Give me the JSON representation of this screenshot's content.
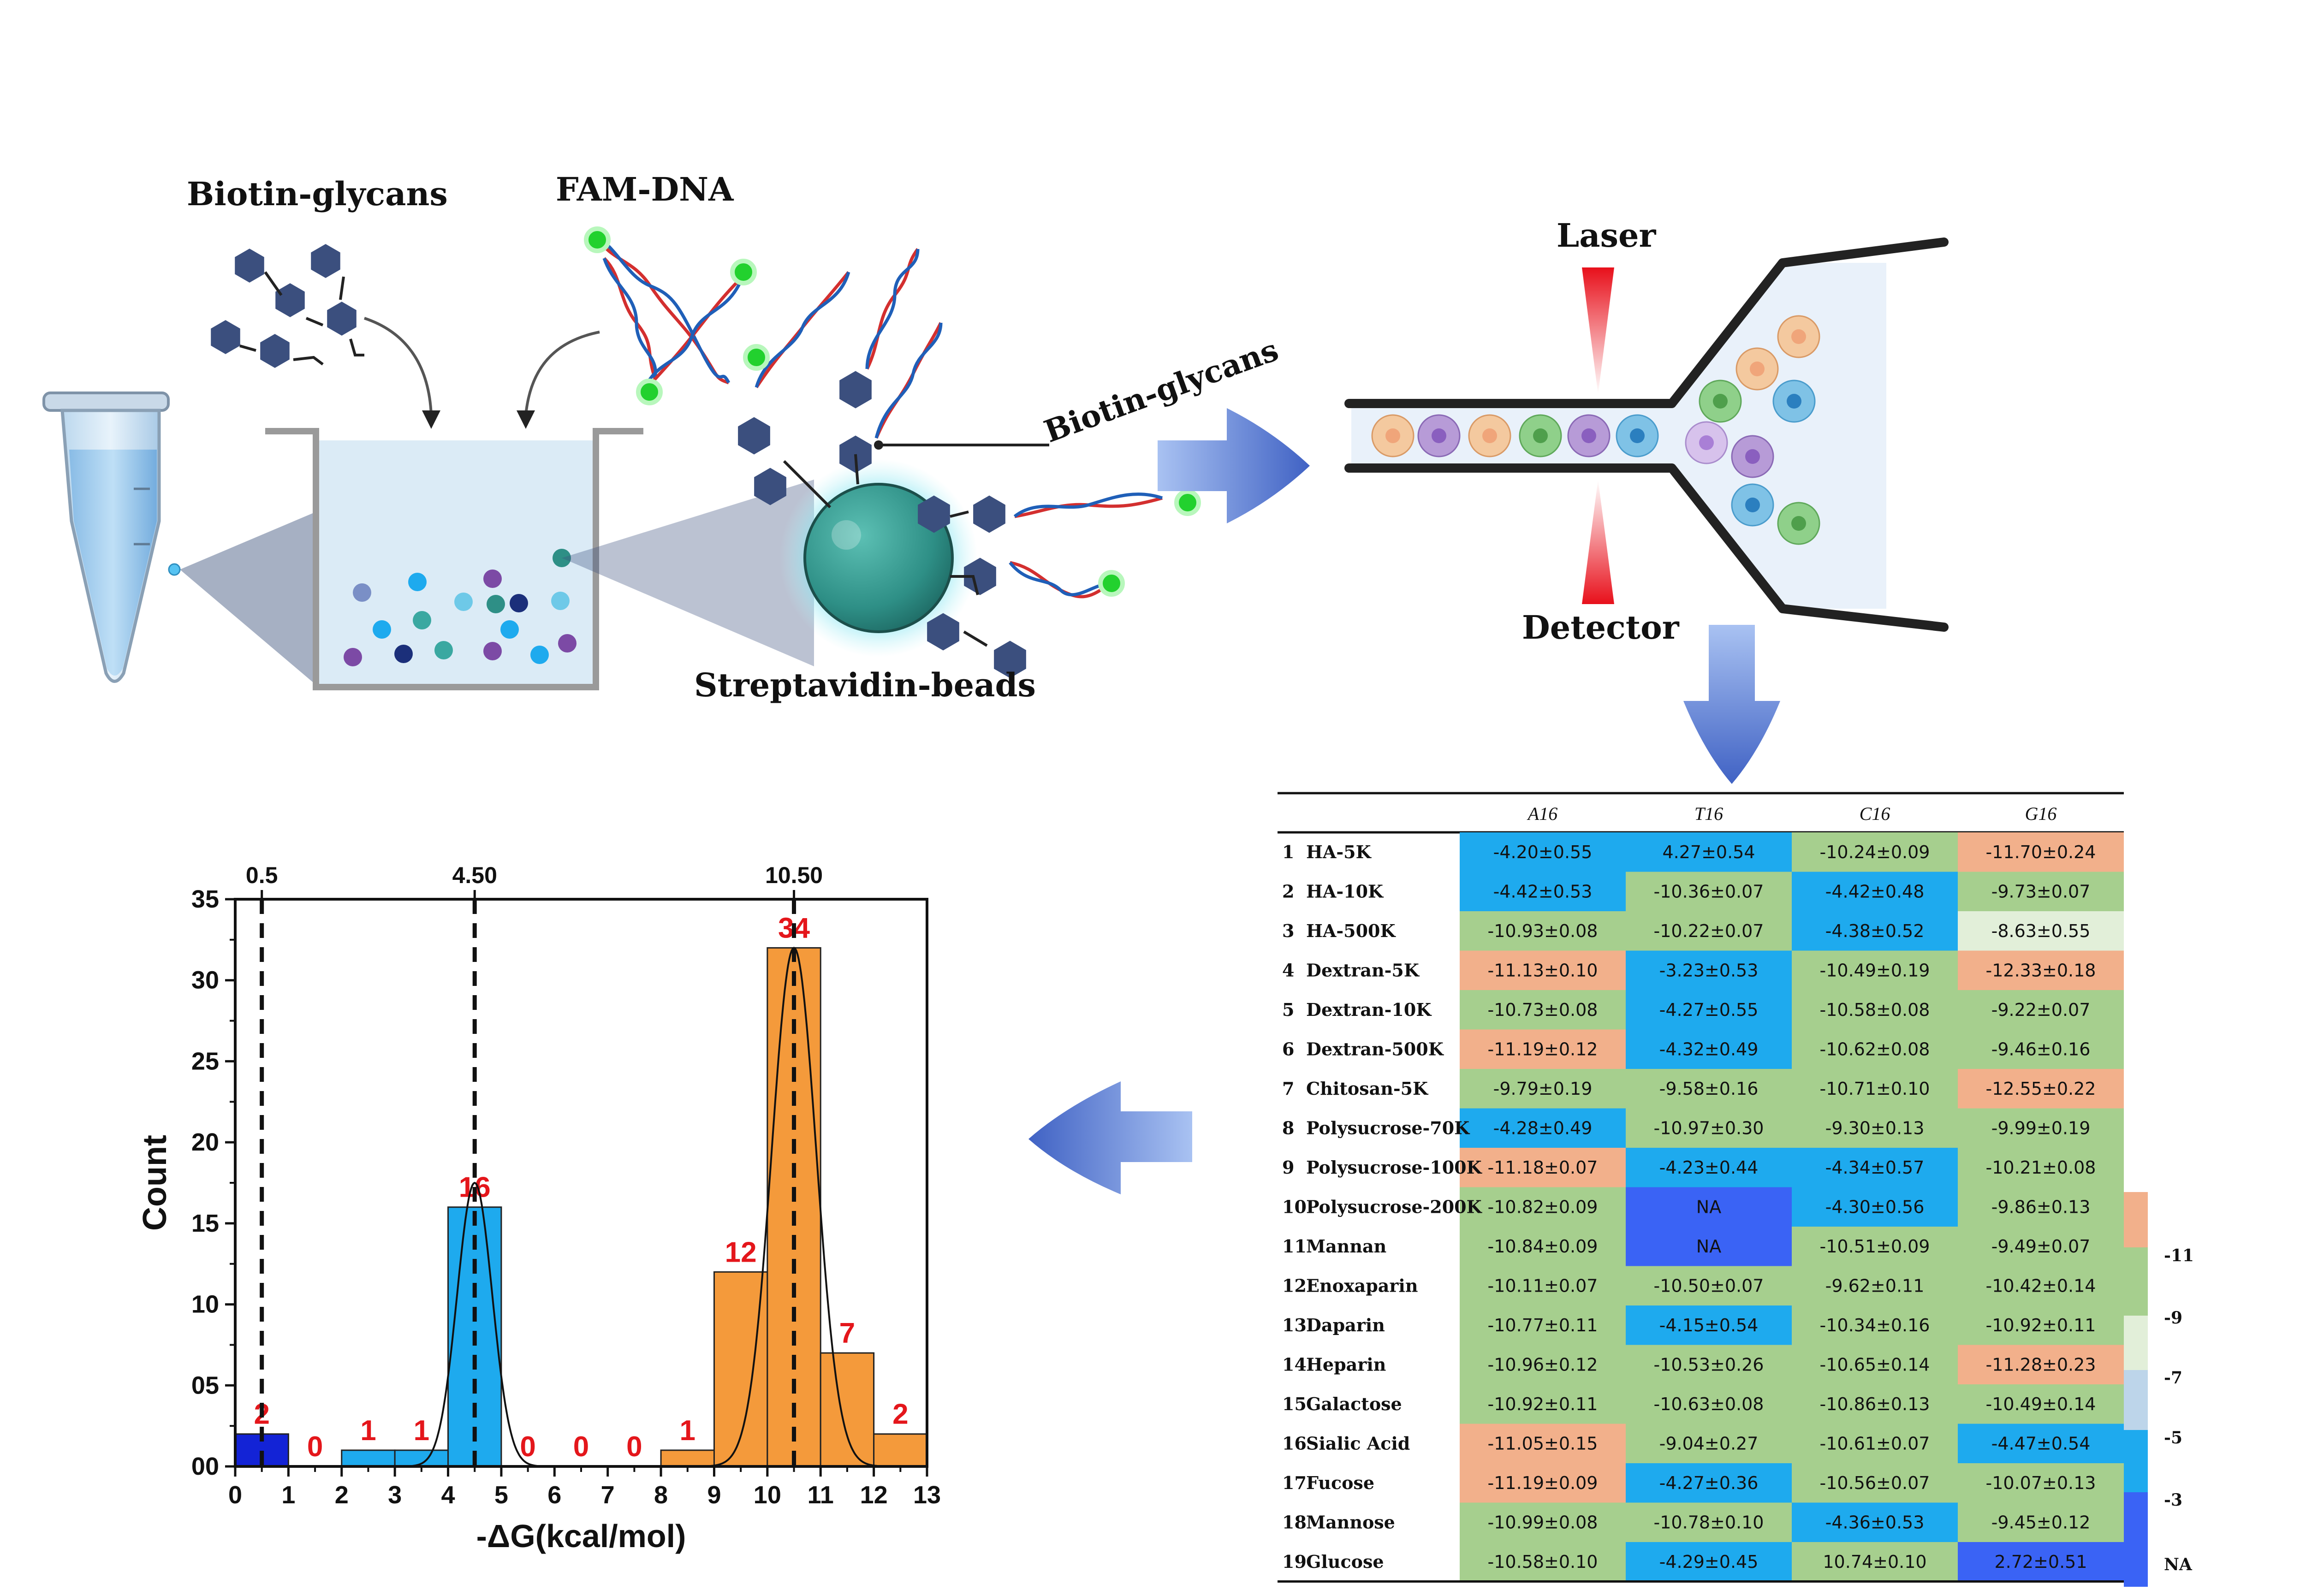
{
  "labels": {
    "biotin_glycans": "Biotin-glycans",
    "fam_dna": "FAM-DNA",
    "biotin_glycans_pointer": "Biotin-glycans",
    "streptavidin_beads": "Streptavidin-beads",
    "laser": "Laser",
    "detector": "Detector"
  },
  "colors": {
    "glycan": "#3b4f7e",
    "fam": "#22d12e",
    "bead": "#2e8f86",
    "arrow": "#5b7fd1",
    "laser": "#e8101b",
    "table_orange": "#f2b08b",
    "table_green": "#a6cf8e",
    "table_lightgreen": "#e2efd9",
    "table_lightblue": "#bdd5ea",
    "table_blue": "#1eaaee",
    "table_na": "#3a63f5"
  },
  "table": {
    "columns": [
      "A16",
      "T16",
      "C16",
      "G16"
    ],
    "rows": [
      {
        "num": "1",
        "name": "HA-5K",
        "cells": [
          [
            "-4.20±0.55",
            "blue"
          ],
          [
            "4.27±0.54",
            "blue"
          ],
          [
            "-10.24±0.09",
            "green"
          ],
          [
            "-11.70±0.24",
            "orange"
          ]
        ]
      },
      {
        "num": "2",
        "name": "HA-10K",
        "cells": [
          [
            "-4.42±0.53",
            "blue"
          ],
          [
            "-10.36±0.07",
            "green"
          ],
          [
            "-4.42±0.48",
            "blue"
          ],
          [
            "-9.73±0.07",
            "green"
          ]
        ]
      },
      {
        "num": "3",
        "name": "HA-500K",
        "cells": [
          [
            "-10.93±0.08",
            "green"
          ],
          [
            "-10.22±0.07",
            "green"
          ],
          [
            "-4.38±0.52",
            "blue"
          ],
          [
            "-8.63±0.55",
            "lightgreen"
          ]
        ]
      },
      {
        "num": "4",
        "name": "Dextran-5K",
        "cells": [
          [
            "-11.13±0.10",
            "orange"
          ],
          [
            "-3.23±0.53",
            "blue"
          ],
          [
            "-10.49±0.19",
            "green"
          ],
          [
            "-12.33±0.18",
            "orange"
          ]
        ]
      },
      {
        "num": "5",
        "name": "Dextran-10K",
        "cells": [
          [
            "-10.73±0.08",
            "green"
          ],
          [
            "-4.27±0.55",
            "blue"
          ],
          [
            "-10.58±0.08",
            "green"
          ],
          [
            "-9.22±0.07",
            "green"
          ]
        ]
      },
      {
        "num": "6",
        "name": "Dextran-500K",
        "cells": [
          [
            "-11.19±0.12",
            "orange"
          ],
          [
            "-4.32±0.49",
            "blue"
          ],
          [
            "-10.62±0.08",
            "green"
          ],
          [
            "-9.46±0.16",
            "green"
          ]
        ]
      },
      {
        "num": "7",
        "name": "Chitosan-5K",
        "cells": [
          [
            "-9.79±0.19",
            "green"
          ],
          [
            "-9.58±0.16",
            "green"
          ],
          [
            "-10.71±0.10",
            "green"
          ],
          [
            "-12.55±0.22",
            "orange"
          ]
        ]
      },
      {
        "num": "8",
        "name": "Polysucrose-70K",
        "cells": [
          [
            "-4.28±0.49",
            "blue"
          ],
          [
            "-10.97±0.30",
            "green"
          ],
          [
            "-9.30±0.13",
            "green"
          ],
          [
            "-9.99±0.19",
            "green"
          ]
        ]
      },
      {
        "num": "9",
        "name": "Polysucrose-100K",
        "cells": [
          [
            "-11.18±0.07",
            "orange"
          ],
          [
            "-4.23±0.44",
            "blue"
          ],
          [
            "-4.34±0.57",
            "blue"
          ],
          [
            "-10.21±0.08",
            "green"
          ]
        ]
      },
      {
        "num": "10",
        "name": "Polysucrose-200K",
        "cells": [
          [
            "-10.82±0.09",
            "green"
          ],
          [
            "NA",
            "na"
          ],
          [
            "-4.30±0.56",
            "blue"
          ],
          [
            "-9.86±0.13",
            "green"
          ]
        ]
      },
      {
        "num": "11",
        "name": "Mannan",
        "cells": [
          [
            "-10.84±0.09",
            "green"
          ],
          [
            "NA",
            "na"
          ],
          [
            "-10.51±0.09",
            "green"
          ],
          [
            "-9.49±0.07",
            "green"
          ]
        ]
      },
      {
        "num": "12",
        "name": "Enoxaparin",
        "cells": [
          [
            "-10.11±0.07",
            "green"
          ],
          [
            "-10.50±0.07",
            "green"
          ],
          [
            "-9.62±0.11",
            "green"
          ],
          [
            "-10.42±0.14",
            "green"
          ]
        ]
      },
      {
        "num": "13",
        "name": "Daparin",
        "cells": [
          [
            "-10.77±0.11",
            "green"
          ],
          [
            "-4.15±0.54",
            "blue"
          ],
          [
            "-10.34±0.16",
            "green"
          ],
          [
            "-10.92±0.11",
            "green"
          ]
        ]
      },
      {
        "num": "14",
        "name": "Heparin",
        "cells": [
          [
            "-10.96±0.12",
            "green"
          ],
          [
            "-10.53±0.26",
            "green"
          ],
          [
            "-10.65±0.14",
            "green"
          ],
          [
            "-11.28±0.23",
            "orange"
          ]
        ]
      },
      {
        "num": "15",
        "name": "Galactose",
        "cells": [
          [
            "-10.92±0.11",
            "green"
          ],
          [
            "-10.63±0.08",
            "green"
          ],
          [
            "-10.86±0.13",
            "green"
          ],
          [
            "-10.49±0.14",
            "green"
          ]
        ]
      },
      {
        "num": "16",
        "name": "Sialic Acid",
        "cells": [
          [
            "-11.05±0.15",
            "orange"
          ],
          [
            "-9.04±0.27",
            "green"
          ],
          [
            "-10.61±0.07",
            "green"
          ],
          [
            "-4.47±0.54",
            "blue"
          ]
        ]
      },
      {
        "num": "17",
        "name": "Fucose",
        "cells": [
          [
            "-11.19±0.09",
            "orange"
          ],
          [
            "-4.27±0.36",
            "blue"
          ],
          [
            "-10.56±0.07",
            "green"
          ],
          [
            "-10.07±0.13",
            "green"
          ]
        ]
      },
      {
        "num": "18",
        "name": "Mannose",
        "cells": [
          [
            "-10.99±0.08",
            "green"
          ],
          [
            "-10.78±0.10",
            "green"
          ],
          [
            "-4.36±0.53",
            "blue"
          ],
          [
            "-9.45±0.12",
            "green"
          ]
        ]
      },
      {
        "num": "19",
        "name": "Glucose",
        "cells": [
          [
            "-10.58±0.10",
            "green"
          ],
          [
            "-4.29±0.45",
            "blue"
          ],
          [
            "10.74±0.10",
            "green"
          ],
          [
            "2.72±0.51",
            "na"
          ]
        ]
      }
    ]
  },
  "legend": {
    "segments": [
      "orange",
      "green",
      "lightgreen",
      "lightblue",
      "blue",
      "na"
    ],
    "labels": [
      "-11",
      "-9",
      "-7",
      "-5",
      "-3",
      "NA"
    ]
  },
  "chart_data": {
    "type": "bar",
    "xlabel": "-ΔG(kcal/mol)",
    "ylabel": "Count",
    "xlim": [
      0,
      13
    ],
    "ylim": [
      0,
      35
    ],
    "x_ticks": [
      "0",
      "1",
      "2",
      "3",
      "4",
      "5",
      "6",
      "7",
      "8",
      "9",
      "10",
      "11",
      "12",
      "13"
    ],
    "y_ticks": [
      "00",
      "05",
      "10",
      "15",
      "20",
      "25",
      "30",
      "35"
    ],
    "bar_width": 1,
    "bars": [
      {
        "x": 0.5,
        "count": 2,
        "label": "2",
        "color": "#1323d6"
      },
      {
        "x": 1.5,
        "count": 0,
        "label": "0",
        "color": "#1eaaee"
      },
      {
        "x": 2.5,
        "count": 1,
        "label": "1",
        "color": "#1eaaee"
      },
      {
        "x": 3.5,
        "count": 1,
        "label": "1",
        "color": "#1eaaee"
      },
      {
        "x": 4.5,
        "count": 16,
        "label": "16",
        "color": "#1eaaee"
      },
      {
        "x": 5.5,
        "count": 0,
        "label": "0",
        "color": "#f49a3b"
      },
      {
        "x": 6.5,
        "count": 0,
        "label": "0",
        "color": "#f49a3b"
      },
      {
        "x": 7.5,
        "count": 0,
        "label": "0",
        "color": "#f49a3b"
      },
      {
        "x": 8.5,
        "count": 1,
        "label": "1",
        "color": "#f49a3b"
      },
      {
        "x": 9.5,
        "count": 12,
        "label": "12",
        "color": "#f49a3b"
      },
      {
        "x": 10.5,
        "count": 32,
        "label": "34",
        "color": "#f49a3b"
      },
      {
        "x": 11.5,
        "count": 7,
        "label": "7",
        "color": "#f49a3b"
      },
      {
        "x": 12.5,
        "count": 2,
        "label": "2",
        "color": "#f49a3b"
      }
    ],
    "reference_lines": [
      {
        "x": 0.5,
        "label": "0.5"
      },
      {
        "x": 4.5,
        "label": "4.50"
      },
      {
        "x": 10.5,
        "label": "10.50"
      }
    ],
    "fit_curves": [
      {
        "mu": 4.5,
        "sigma": 0.33,
        "peak": 17.5
      },
      {
        "mu": 10.5,
        "sigma": 0.42,
        "peak": 32
      }
    ]
  }
}
